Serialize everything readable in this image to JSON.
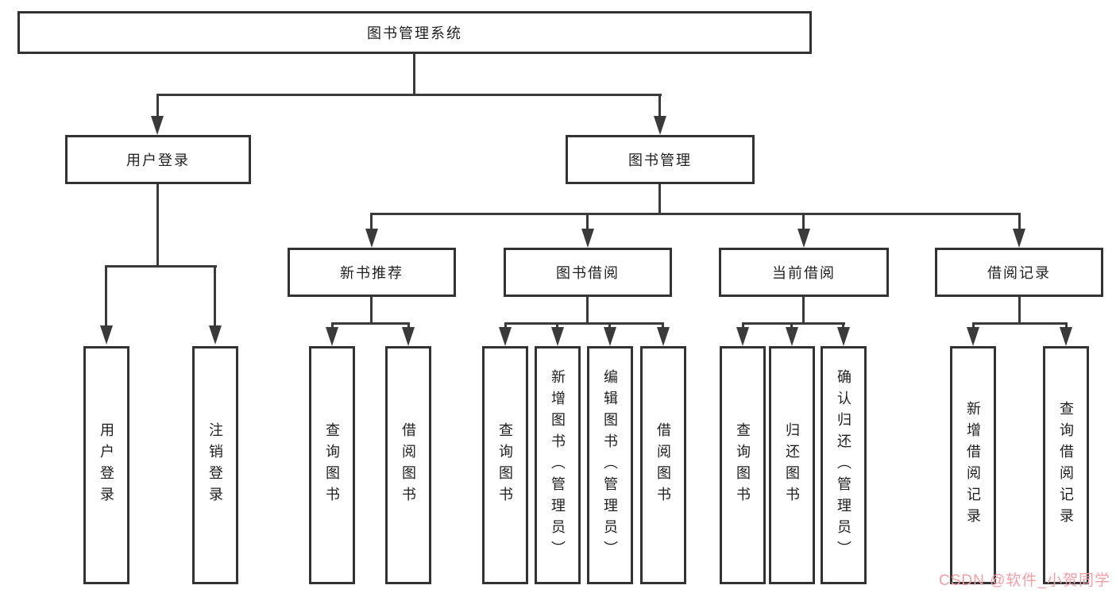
{
  "diagram": {
    "root": {
      "label": "图书管理系统"
    },
    "level2": {
      "user_login": {
        "label": "用户登录"
      },
      "book_management": {
        "label": "图书管理"
      }
    },
    "level3": {
      "new_books": {
        "label": "新书推荐"
      },
      "book_borrowing": {
        "label": "图书借阅"
      },
      "current_borrowing": {
        "label": "当前借阅"
      },
      "borrowing_records": {
        "label": "借阅记录"
      }
    },
    "leaves": {
      "user_login": [
        "用户登录",
        "注销登录"
      ],
      "new_books": [
        "查询图书",
        "借阅图书"
      ],
      "book_borrowing": [
        "查询图书",
        "新增图书（管理员）",
        "编辑图书（管理员）",
        "借阅图书"
      ],
      "current_borrowing": [
        "查询图书",
        "归还图书",
        "确认归还（管理员）"
      ],
      "borrowing_records": [
        "新增借阅记录",
        "查询借阅记录"
      ]
    }
  },
  "watermark": {
    "text": "CSDN @软件_小贺同学",
    "color": "#F29EA6"
  },
  "colors": {
    "line": "#3a3a3a",
    "border": "#333333",
    "background": "#ffffff"
  }
}
